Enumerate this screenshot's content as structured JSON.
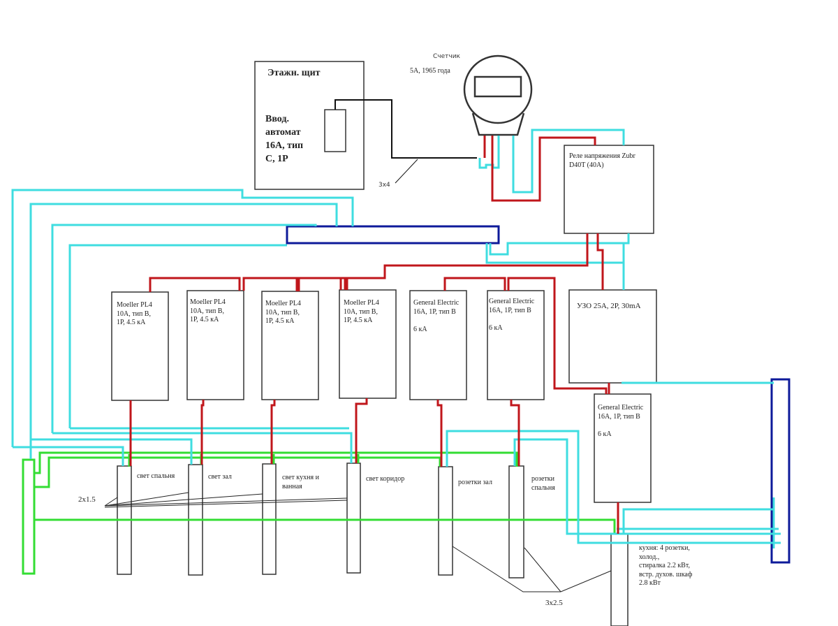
{
  "colors": {
    "phase": "#c0161b",
    "neutral": "#3fdde0",
    "ground": "#33dd33",
    "neutral_bus": "#0d1a9a",
    "outline": "#333333"
  },
  "floor_panel": {
    "title": "Этажн. щит",
    "breaker": "Ввод.\nавтомат\n16А, тип\nС, 1Р"
  },
  "meter": {
    "title": "Счетчик",
    "spec": "5А, 1965 года"
  },
  "input_cable": "3x4",
  "relay": {
    "label": "Реле напряжения Zubr\nD40T (40A)"
  },
  "rcd": {
    "label": "УЗО 25А, 2Р, 30mA"
  },
  "breakers": [
    {
      "label": "Moeller PL4\n10А, тип В,\n1Р, 4.5 кА"
    },
    {
      "label": "Moeller PL4\n10А, тип В,\n1Р, 4.5 кА"
    },
    {
      "label": "Moeller PL4\n10А, тип В,\n1Р, 4.5 кА"
    },
    {
      "label": "Moeller PL4\n10А, тип В,\n1Р, 4.5 кА"
    },
    {
      "label": "General Electric\n16А, 1Р, тип В\n\n6 кА"
    },
    {
      "label": "General Electric\n16А, 1Р, тип В\n\n6 кА"
    },
    {
      "label": "General Electric\n16А, 1Р, тип В\n\n6 кА"
    }
  ],
  "circuits": [
    {
      "label": "свет спальня"
    },
    {
      "label": "свет зал"
    },
    {
      "label": "свет кухня и\nванная"
    },
    {
      "label": "свет коридор"
    },
    {
      "label": "розетки зал"
    },
    {
      "label": "розетки\nспальня"
    },
    {
      "label": "кухня: 4 розетки,\nхолод.,\nстиралка 2.2 кВт,\nвстр. духов. шкаф\n2.8 кВт"
    }
  ],
  "cable_notes": {
    "lighting": "2x1.5",
    "sockets": "3x2.5"
  }
}
